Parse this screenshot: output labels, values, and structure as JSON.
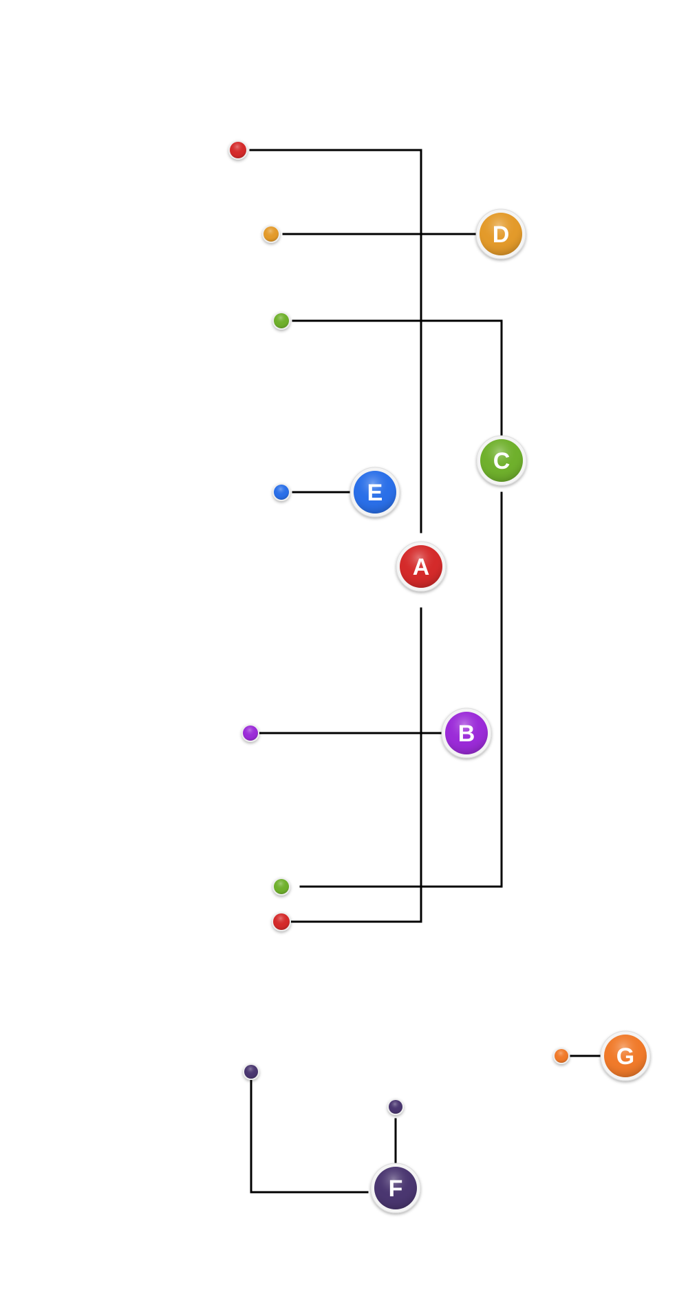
{
  "nodes": [
    {
      "id": "A",
      "label": "A",
      "color": "#d42a2a"
    },
    {
      "id": "B",
      "label": "B",
      "color": "#9b2bd8"
    },
    {
      "id": "C",
      "label": "C",
      "color": "#6fb02c"
    },
    {
      "id": "D",
      "label": "D",
      "color": "#e39a2a"
    },
    {
      "id": "E",
      "label": "E",
      "color": "#2a6fe8"
    },
    {
      "id": "F",
      "label": "F",
      "color": "#4a3670"
    },
    {
      "id": "G",
      "label": "G",
      "color": "#f07a2a"
    }
  ]
}
